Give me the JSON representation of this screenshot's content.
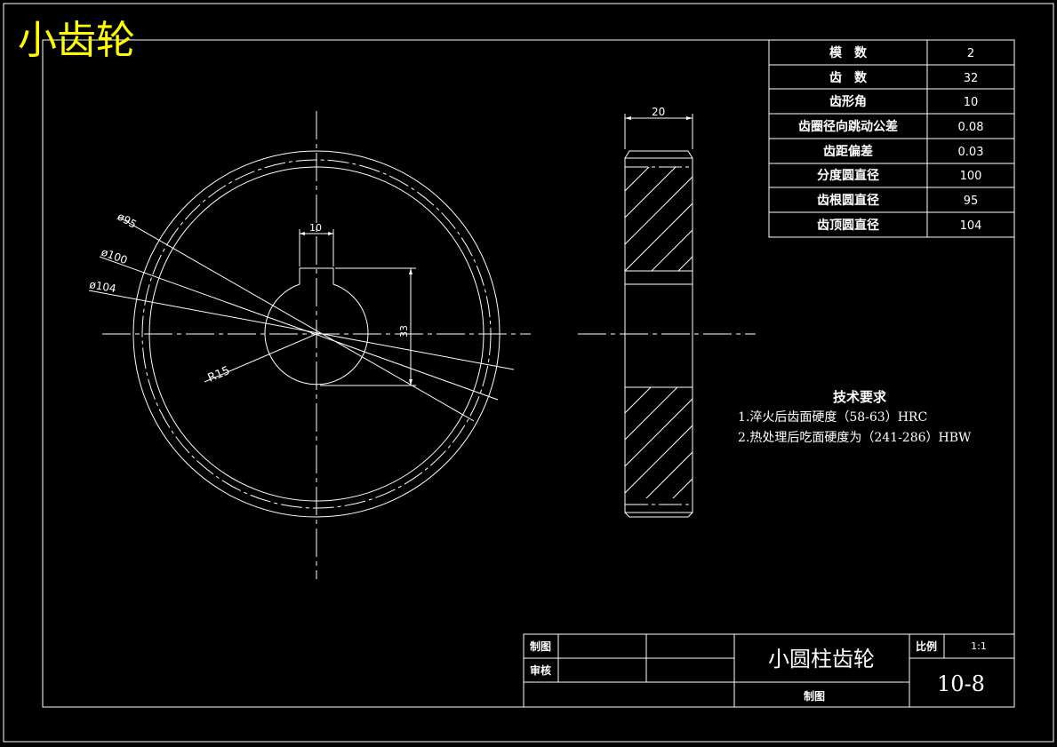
{
  "title": "小齿轮",
  "dims": {
    "d95": "ø95",
    "d100": "ø100",
    "d104": "ø104",
    "r15": "R15",
    "key_width": "10",
    "key_depth": "33",
    "face_width": "20"
  },
  "params": [
    {
      "label": "模　数",
      "value": "2"
    },
    {
      "label": "齿　数",
      "value": "32"
    },
    {
      "label": "齿形角",
      "value": "10"
    },
    {
      "label": "齿圈径向跳动公差",
      "value": "0.08"
    },
    {
      "label": "齿距偏差",
      "value": "0.03"
    },
    {
      "label": "分度圆直径",
      "value": "100"
    },
    {
      "label": "齿根圆直径",
      "value": "95"
    },
    {
      "label": "齿顶圆直径",
      "value": "104"
    }
  ],
  "tech": {
    "heading": "技术要求",
    "line1": "1.淬火后齿面硬度（58-63）HRC",
    "line2": "2.热处理后吃面硬度为（241-286）HBW"
  },
  "titleblock": {
    "drawn": "制图",
    "checked": "审核",
    "part_name": "小圆柱齿轮",
    "scale_label": "比例",
    "scale_value": "1:1",
    "drawing_no": "10-8",
    "bottom_label": "制图"
  }
}
